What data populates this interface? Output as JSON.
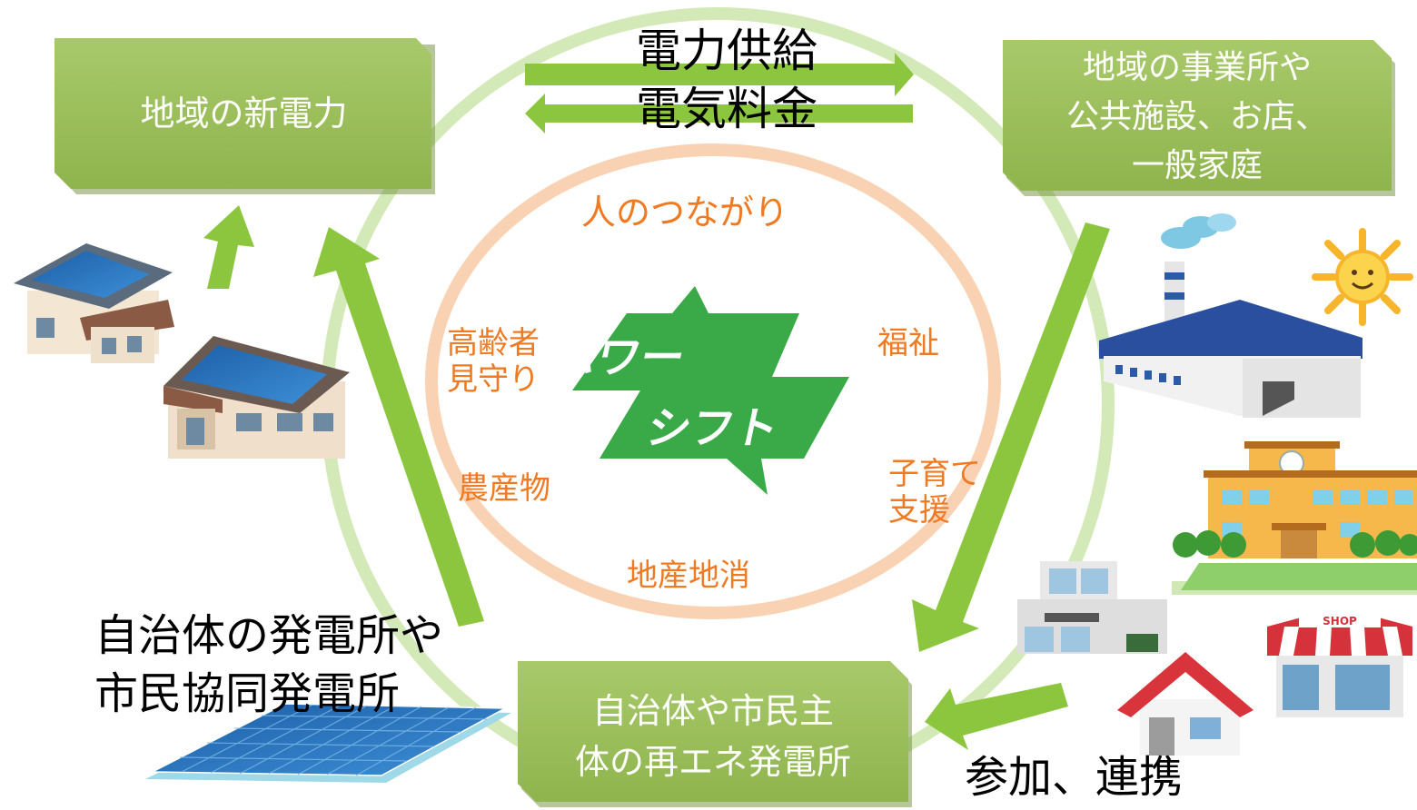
{
  "boxes": {
    "new_power": "地域の新電力",
    "consumers": [
      "地域の事業所や",
      "公共施設、お店、",
      "一般家庭"
    ],
    "plants": [
      "自治体や市民主",
      "体の再エネ発電所"
    ]
  },
  "flows": {
    "supply": "電力供給",
    "fee": "電気料金",
    "participation": "参加、連携"
  },
  "center": {
    "title": "人のつながり",
    "elderly": [
      "高齢者",
      "見守り"
    ],
    "welfare": "福祉",
    "produce": "農産物",
    "childcare": [
      "子育て",
      "支援"
    ],
    "local": "地産地消"
  },
  "logo": [
    "パワー",
    "シフト"
  ],
  "municipal": [
    "自治体の発電所や",
    "市民協同発電所"
  ],
  "shop_sign": "SHOP",
  "colors": {
    "box_green": "#9bc05a",
    "arrow_green": "#8cc63f",
    "ring_green": "#d3e9b7",
    "ring_orange": "#f9d2b4",
    "label_orange": "#f07a22",
    "logo_green": "#3aaa48"
  }
}
